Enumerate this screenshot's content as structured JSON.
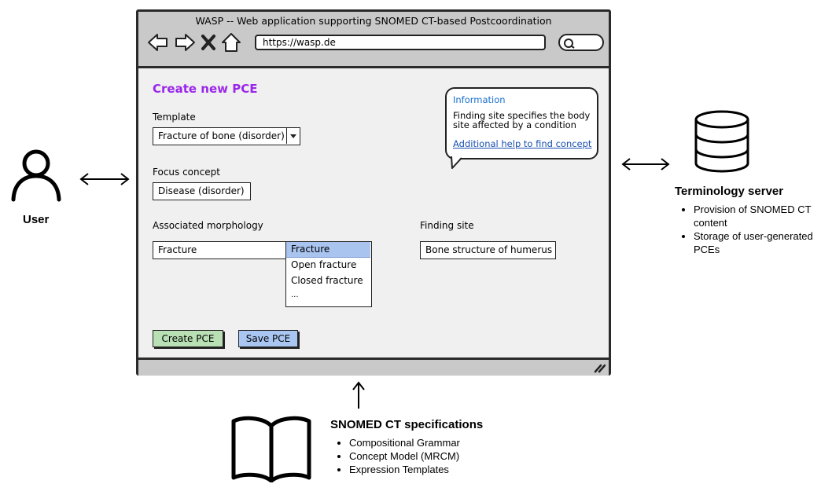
{
  "browser": {
    "window_title": "WASP -- Web application supporting SNOMED CT-based Postcoordination",
    "url": "https://wasp.de",
    "nav_icons": [
      "back-arrow-icon",
      "forward-arrow-icon",
      "close-x-icon",
      "home-icon"
    ]
  },
  "form": {
    "title": "Create new PCE",
    "template_label": "Template",
    "template_value": "Fracture of bone (disorder)",
    "focus_label": "Focus concept",
    "focus_value": "Disease (disorder)",
    "morphology_label": "Associated morphology",
    "morphology_value": "Fracture",
    "morphology_options": [
      "Fracture",
      "Open fracture",
      "Closed fracture",
      "..."
    ],
    "finding_site_label": "Finding site",
    "finding_site_value": "Bone structure of humerus",
    "create_button": "Create PCE",
    "save_button": "Save PCE"
  },
  "info_bubble": {
    "heading": "Information",
    "body": "Finding site specifies the body site affected by a condition",
    "link": "Additional help to find concept"
  },
  "user": {
    "label": "User"
  },
  "terminology_server": {
    "title": "Terminology server",
    "items": [
      "Provision of SNOMED CT content",
      "Storage of user-generated PCEs"
    ]
  },
  "snomed_specs": {
    "title": "SNOMED CT specifications",
    "items": [
      "Compositional Grammar",
      "Concept Model (MRCM)",
      "Expression Templates"
    ]
  },
  "colors": {
    "page_title": "#9a26ea",
    "create_button": "#b9e0b4",
    "save_button": "#a9c6f2",
    "selected_option": "#a8c4ef",
    "info_heading": "#1a6fd0"
  }
}
